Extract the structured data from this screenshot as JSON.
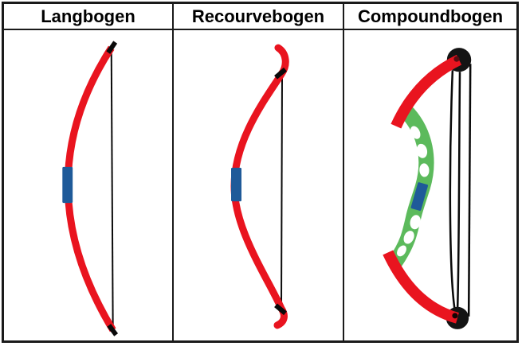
{
  "figure": {
    "panels": [
      {
        "title": "Langbogen",
        "bow_type": "longbow"
      },
      {
        "title": "Recourvebogen",
        "bow_type": "recurve"
      },
      {
        "title": "Compoundbogen",
        "bow_type": "compound"
      }
    ],
    "colors": {
      "limb-red": "#e9141f",
      "grip-blue": "#1f5a99",
      "riser-green": "#5cba5c",
      "string-black": "#0a0a0a",
      "nock-black": "#0a0a0a",
      "cam-black": "#141414",
      "axle-top": "#5a0d12",
      "axle-bottom": "#140303",
      "border": "#1a1a1a",
      "background": "#ffffff"
    }
  }
}
